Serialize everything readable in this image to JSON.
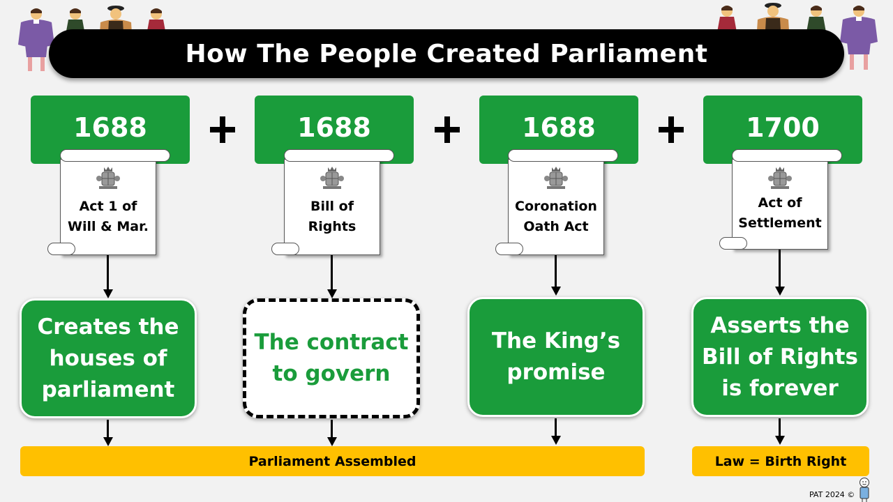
{
  "title": "How The People Created Parliament",
  "columns": [
    {
      "year": "1688",
      "act": [
        "Act 1 of",
        "Will & Mar."
      ],
      "description": [
        "Creates the",
        "houses of",
        "parliament"
      ],
      "style": "solid"
    },
    {
      "year": "1688",
      "act": [
        "Bill of",
        "Rights"
      ],
      "description": [
        "The contract",
        "to govern"
      ],
      "style": "dashed"
    },
    {
      "year": "1688",
      "act": [
        "Coronation",
        "Oath Act"
      ],
      "description": [
        "The King’s",
        "promise"
      ],
      "style": "solid"
    },
    {
      "year": "1700",
      "act": [
        "Act of",
        "Settlement"
      ],
      "description": [
        "Asserts the",
        "Bill of Rights",
        "is forever"
      ],
      "style": "solid"
    }
  ],
  "results": [
    {
      "label": "Parliament Assembled"
    },
    {
      "label": "Law = Birth Right"
    }
  ],
  "credit": "PAT 2024 ©",
  "icons": [
    "royal-crest-icon",
    "plus-icon",
    "down-arrow-icon",
    "tudor-figure-icon",
    "stick-figure-icon"
  ],
  "colors": {
    "green": "#1a9c3b",
    "yellow": "#ffc000",
    "black": "#000000",
    "background": "#f2f2f2"
  }
}
